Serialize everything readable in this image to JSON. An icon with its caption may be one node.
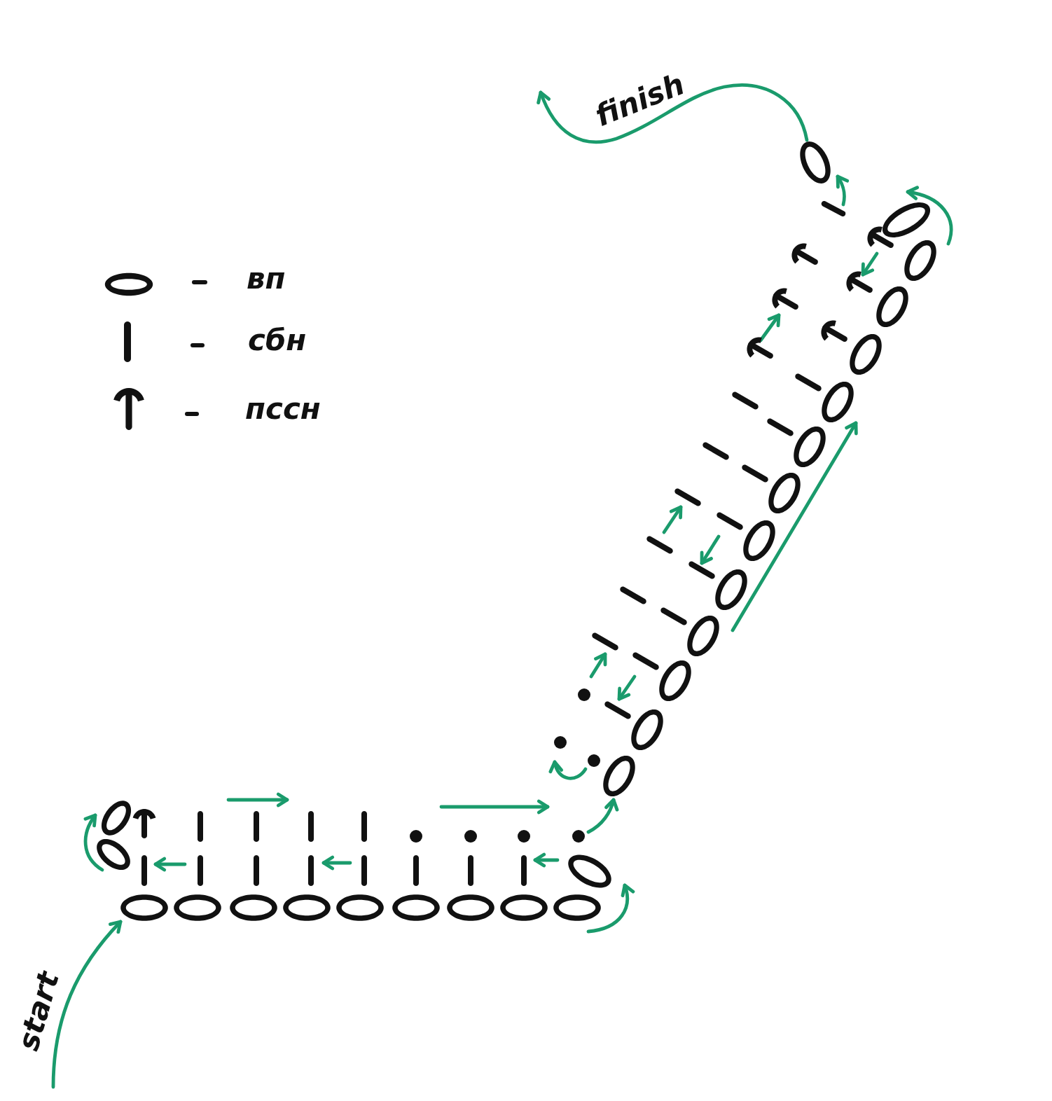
{
  "diagram": {
    "labels": [
      "start",
      "finish"
    ],
    "legend": [
      {
        "text": "вп"
      },
      {
        "text": "сбн"
      },
      {
        "text": "пссн"
      }
    ]
  }
}
